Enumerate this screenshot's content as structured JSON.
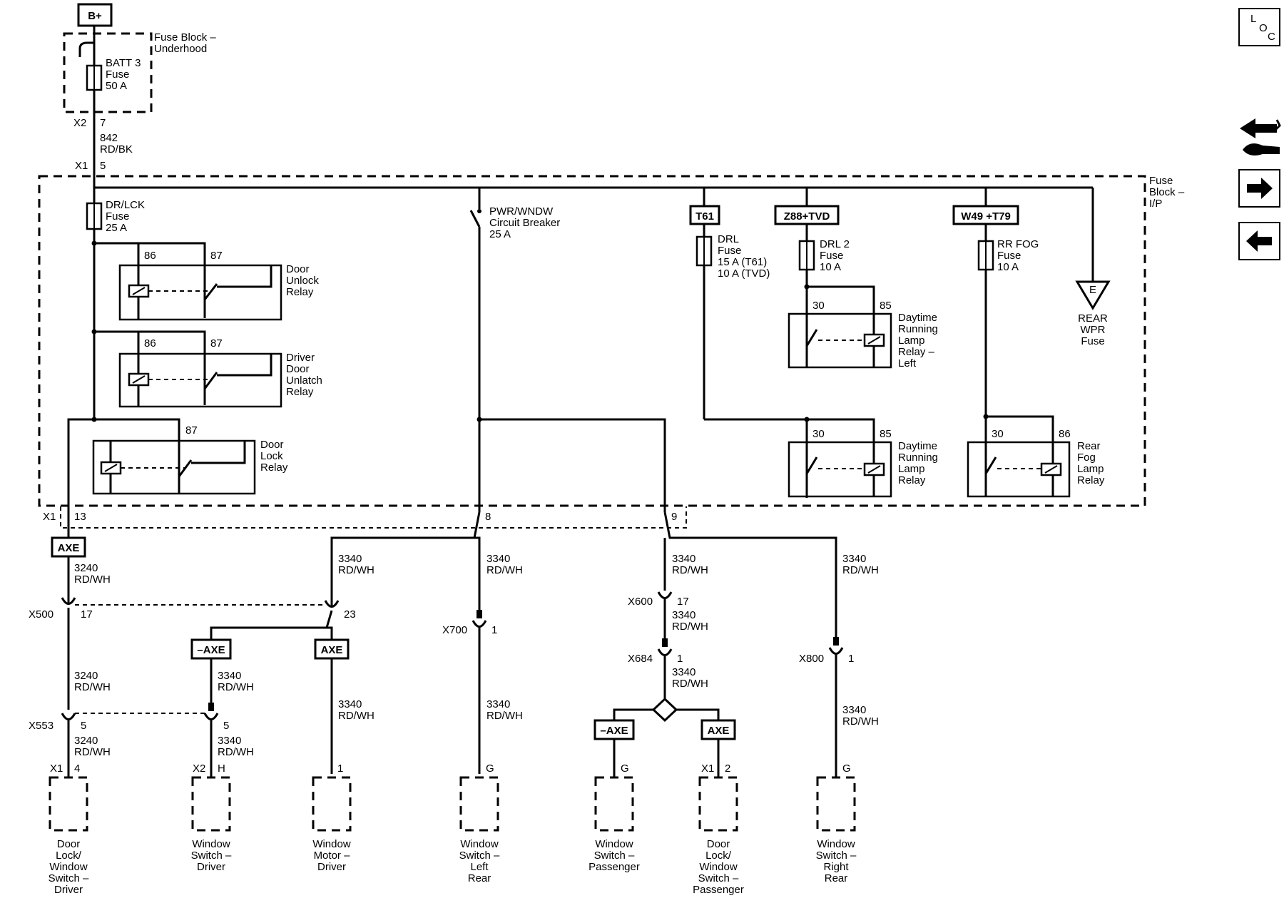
{
  "supply": {
    "battery": "B+"
  },
  "fuse_block_underhood": {
    "title": [
      "Fuse Block –",
      "Underhood"
    ],
    "fuse": [
      "BATT 3",
      "Fuse",
      "50 A"
    ],
    "conn_pre": "X2",
    "conn_pin": "7",
    "wire": [
      "842",
      "RD/BK"
    ],
    "x1_pre": "X1",
    "x1_pin": "5"
  },
  "fuse_block_ip": {
    "title": [
      "Fuse",
      "Block –",
      "I/P"
    ],
    "drlck_fuse": [
      "DR/LCK",
      "Fuse",
      "25 A"
    ],
    "breaker": [
      "PWR/WNDW",
      "Circuit Breaker",
      "25 A"
    ],
    "option_boxes": [
      "T61",
      "Z88+TVD",
      "W49 +T79"
    ],
    "drl_fuse": [
      "DRL",
      "Fuse",
      "15 A (T61)",
      "10 A (TVD)"
    ],
    "drl2_fuse": [
      "DRL 2",
      "Fuse",
      "10 A"
    ],
    "rrfog_fuse": [
      "RR FOG",
      "Fuse",
      "10 A"
    ],
    "rear_wpr": {
      "ref": "E",
      "label": [
        "REAR",
        "WPR",
        "Fuse"
      ]
    },
    "relays": [
      {
        "name": [
          "Door",
          "Unlock",
          "Relay"
        ],
        "pins": [
          "86",
          "87"
        ]
      },
      {
        "name": [
          "Driver",
          "Door",
          "Unlatch",
          "Relay"
        ],
        "pins": [
          "86",
          "87"
        ]
      },
      {
        "name": [
          "Door",
          "Lock",
          "Relay"
        ],
        "pins": [
          "87"
        ]
      },
      {
        "name": [
          "Daytime",
          "Running",
          "Lamp",
          "Relay –",
          "Left"
        ],
        "pins": [
          "30",
          "85"
        ]
      },
      {
        "name": [
          "Daytime",
          "Running",
          "Lamp",
          "Relay"
        ],
        "pins": [
          "30",
          "85"
        ]
      },
      {
        "name": [
          "Rear",
          "Fog",
          "Lamp",
          "Relay"
        ],
        "pins": [
          "30",
          "86"
        ]
      }
    ],
    "x1_pre": "X1",
    "pins": [
      "13",
      "8",
      "9"
    ]
  },
  "options": {
    "axe": "AXE",
    "not_axe": "–AXE"
  },
  "wires": {
    "w3240": [
      "3240",
      "RD/WH"
    ],
    "w3340": [
      "3340",
      "RD/WH"
    ]
  },
  "connectors": {
    "x500": {
      "name": "X500",
      "pins": [
        "17",
        "23"
      ]
    },
    "x553": {
      "name": "X553",
      "pins": [
        "5",
        "5"
      ]
    },
    "x700": {
      "name": "X700",
      "pin": "1"
    },
    "x600": {
      "name": "X600",
      "pin": "17"
    },
    "x684": {
      "name": "X684",
      "pin": "1"
    },
    "x800": {
      "name": "X800",
      "pin": "1"
    }
  },
  "components": [
    {
      "conn": "X1",
      "pin": "4",
      "name": [
        "Door",
        "Lock/",
        "Window",
        "Switch –",
        "Driver"
      ]
    },
    {
      "conn": "X2",
      "pin": "H",
      "name": [
        "Window",
        "Switch –",
        "Driver"
      ]
    },
    {
      "conn": "",
      "pin": "1",
      "name": [
        "Window",
        "Motor –",
        "Driver"
      ]
    },
    {
      "conn": "",
      "pin": "G",
      "name": [
        "Window",
        "Switch –",
        "Left",
        "Rear"
      ]
    },
    {
      "conn": "",
      "pin": "G",
      "name": [
        "Window",
        "Switch –",
        "Passenger"
      ]
    },
    {
      "conn": "X1",
      "pin": "2",
      "name": [
        "Door",
        "Lock/",
        "Window",
        "Switch –",
        "Passenger"
      ]
    },
    {
      "conn": "",
      "pin": "G",
      "name": [
        "Window",
        "Switch –",
        "Right",
        "Rear"
      ]
    }
  ],
  "nav": {
    "loc": [
      "L",
      "O",
      "C"
    ],
    "icons": [
      "wire-harness-icon",
      "arrow-right-icon",
      "arrow-left-icon"
    ]
  }
}
